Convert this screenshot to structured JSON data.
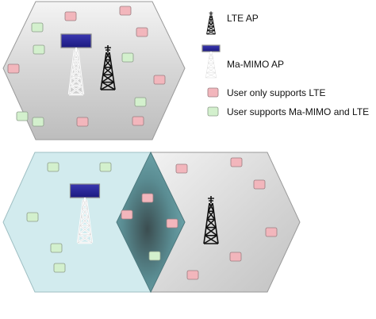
{
  "legend": {
    "items": [
      {
        "icon": "lte-tower-icon",
        "label": "LTE AP"
      },
      {
        "icon": "ma-mimo-antenna-icon",
        "label": "Ma-MIMO AP"
      },
      {
        "icon": "pink-user-square-icon",
        "label": "User only supports LTE"
      },
      {
        "icon": "green-user-square-icon",
        "label": "User supports Ma-MIMO and LTE"
      }
    ]
  },
  "colors": {
    "lte_only_user": "#f2b6bc",
    "mimo_lte_user": "#d3f0cd",
    "mimo_panel": "#25229a",
    "hex_gray": "#cfcfcf",
    "hex_blue": "#d3ecef",
    "overlap": "#5b8a8f"
  }
}
